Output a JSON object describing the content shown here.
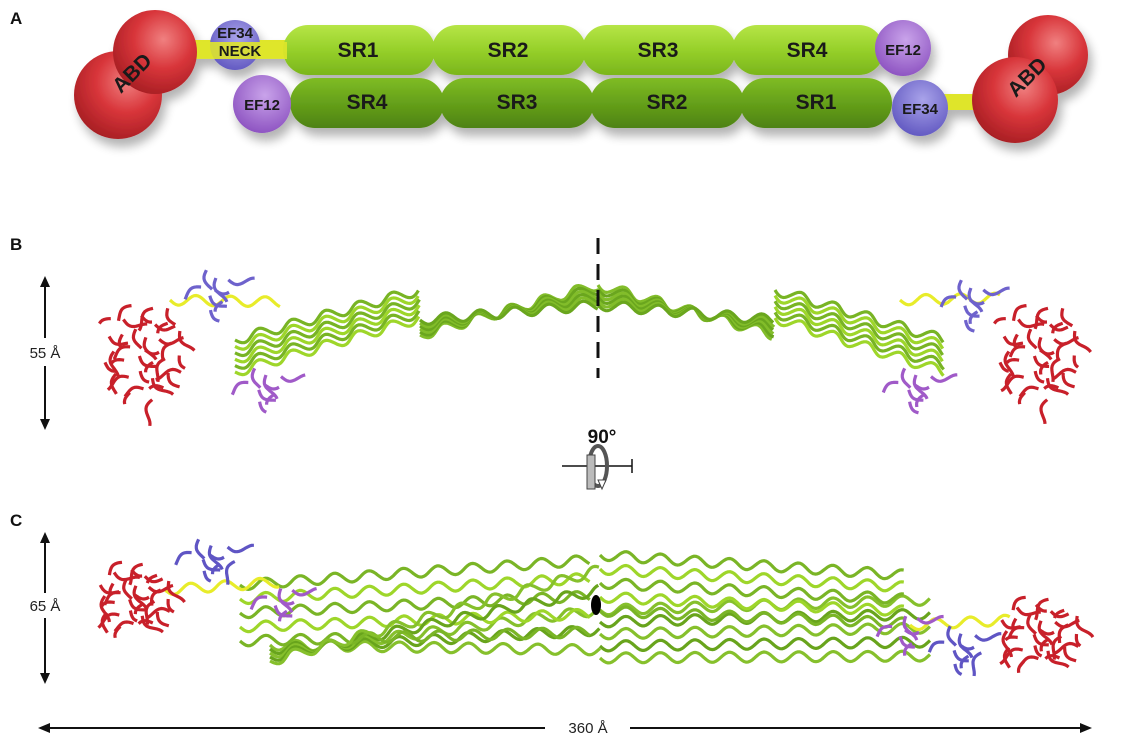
{
  "panels": {
    "a": "A",
    "b": "B",
    "c": "C"
  },
  "schematic": {
    "top_row": [
      "SR1",
      "SR2",
      "SR3",
      "SR4"
    ],
    "bottom_row": [
      "SR4",
      "SR3",
      "SR2",
      "SR1"
    ],
    "left_abd": "ABD",
    "right_abd": "ABD",
    "left_ef_top": "EF34",
    "left_ef_bottom": "EF12",
    "right_ef_top": "EF12",
    "right_ef_bottom": "EF34",
    "neck": "NECK"
  },
  "measurements": {
    "height_b": "55 Å",
    "height_c": "65 Å",
    "length": "360 Å",
    "rotation": "90°"
  },
  "colors": {
    "abd": "#d8353a",
    "ef34": "#7a72d0",
    "ef12": "#a56fcf",
    "neck": "#e8ec2a",
    "sr_light": "#9ed62a",
    "sr_dark": "#6eaa1e"
  }
}
